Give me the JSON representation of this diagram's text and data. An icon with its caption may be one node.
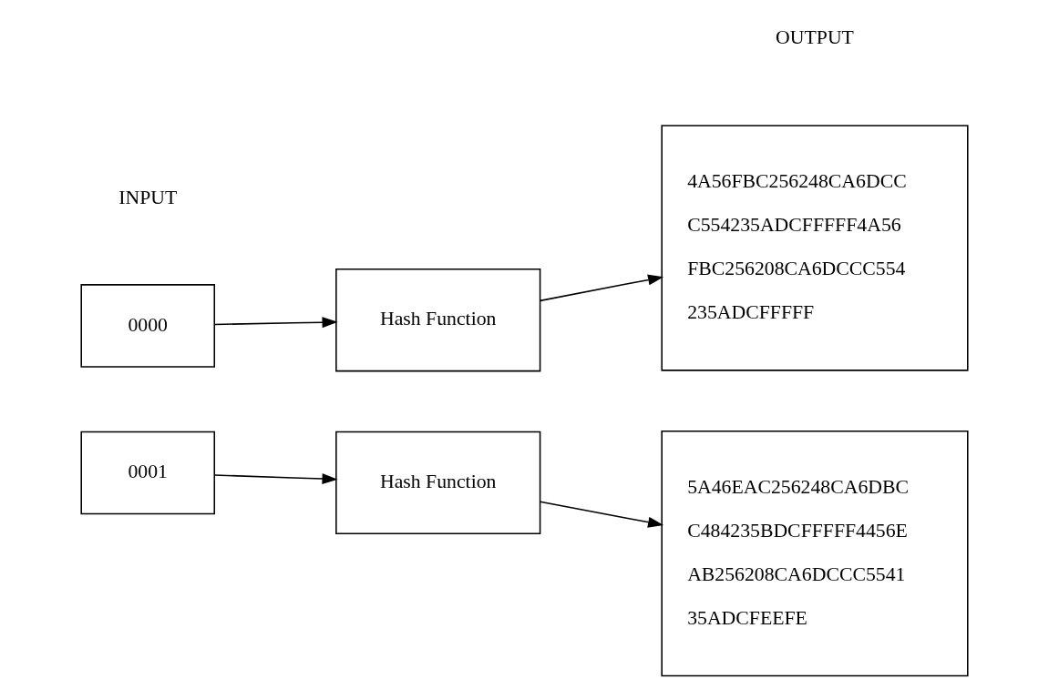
{
  "diagram": {
    "nodes": [
      {
        "text": [
          "0000"
        ]
      },
      {
        "text": [
          "Hash Function"
        ]
      },
      {
        "text": [
          "4A56FBC256248CA6DCC",
          "C554235ADCFFFFF4A56",
          "FBC256208CA6DCCC554",
          "235ADCFFFFF"
        ]
      },
      {
        "text": [
          "0001"
        ]
      },
      {
        "text": [
          "Hash Function"
        ]
      },
      {
        "text": [
          "5A46EAC256248CA6DBC",
          "C484235BDCFFFFF4456E",
          "AB256208CA6DCCC5541",
          "35ADCFEEFE"
        ]
      }
    ],
    "edges": [
      {
        "from": 0,
        "to": 1,
        "arrow": "to"
      },
      {
        "from": 1,
        "to": 2,
        "arrow": "to"
      },
      {
        "from": 3,
        "to": 4,
        "arrow": "to"
      },
      {
        "from": 4,
        "to": 5,
        "arrow": "to"
      }
    ],
    "labels": [
      "INPUT",
      "OUTPUT"
    ]
  }
}
